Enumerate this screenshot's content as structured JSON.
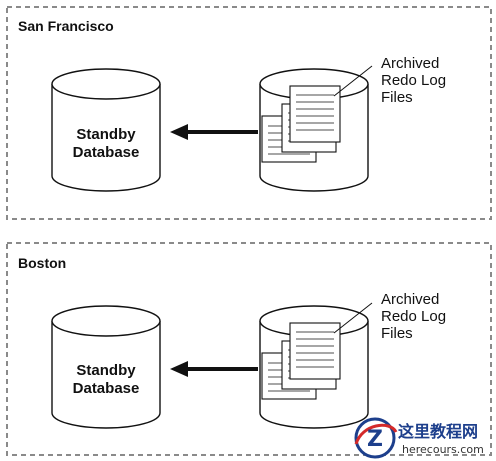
{
  "regions": [
    {
      "title": "San Francisco",
      "database_label_line1": "Standby",
      "database_label_line2": "Database",
      "files_label_line1": "Archived",
      "files_label_line2": "Redo Log",
      "files_label_line3": "Files"
    },
    {
      "title": "Boston",
      "database_label_line1": "Standby",
      "database_label_line2": "Database",
      "files_label_line1": "Archived",
      "files_label_line2": "Redo Log",
      "files_label_line3": "Files"
    }
  ],
  "watermark": {
    "logo_letter": "Z",
    "name": "这里教程网",
    "url": "herecours.com"
  },
  "colors": {
    "region_border": "#8a8a8a",
    "ink": "#111111",
    "watermark_blue": "#1d3f8c",
    "watermark_red": "#d42a2a"
  }
}
